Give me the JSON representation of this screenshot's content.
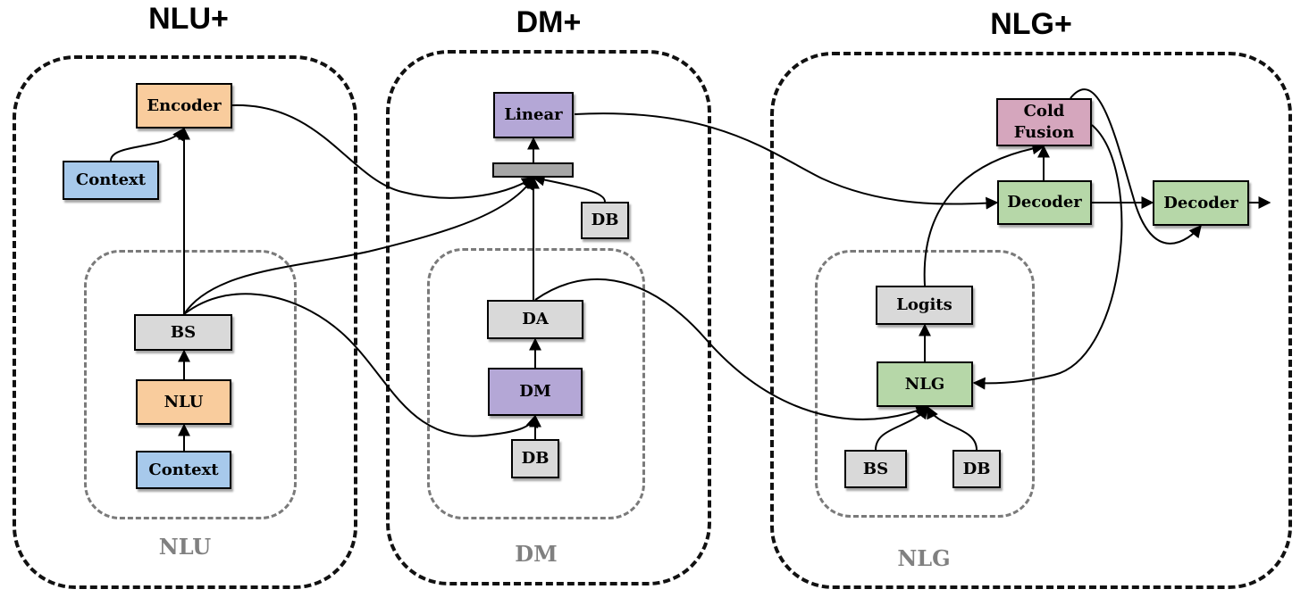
{
  "colors": {
    "orange": "#f9cc9d",
    "blue": "#a7c9eb",
    "purple": "#b4a7d6",
    "green": "#b6d7a8",
    "gray": "#d9d9d9",
    "pink": "#d5a6bd",
    "bar": "#a6a6a6"
  },
  "sections": {
    "nlu_plus": "NLU+",
    "dm_plus": "DM+",
    "nlg_plus": "NLG+",
    "nlu": "NLU",
    "dm": "DM",
    "nlg": "NLG"
  },
  "nodes": {
    "encoder": "Encoder",
    "context_top": "Context",
    "bs_nlu": "BS",
    "nlu": "NLU",
    "context_bottom": "Context",
    "linear": "Linear",
    "db_top": "DB",
    "da": "DA",
    "dm": "DM",
    "db_dm": "DB",
    "cold_fusion": "Cold Fusion",
    "decoder_mid": "Decoder",
    "decoder_right": "Decoder",
    "logits": "Logits",
    "nlg": "NLG",
    "bs_nlg": "BS",
    "db_nlg": "DB"
  }
}
